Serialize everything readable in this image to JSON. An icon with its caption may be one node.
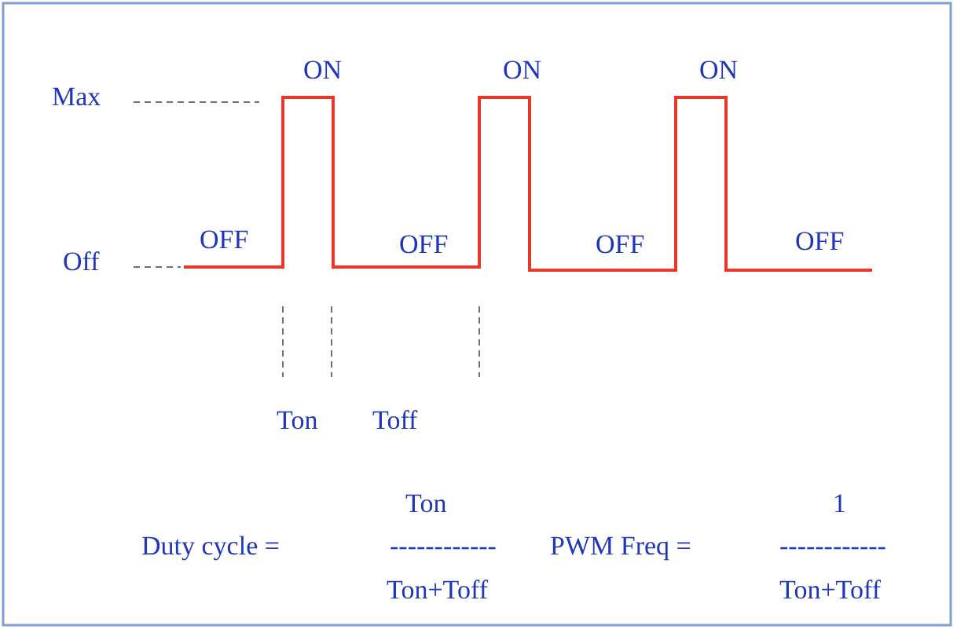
{
  "diagram": {
    "labels": [
      "Max",
      "ON",
      "ON",
      "ON",
      "Off",
      "OFF",
      "OFF",
      "OFF",
      "OFF",
      "Ton",
      "Toff",
      "Ton",
      "1",
      "Duty cycle =",
      "------------",
      "PWM Freq =",
      "------------",
      "Ton+Toff",
      "Ton+Toff"
    ]
  }
}
